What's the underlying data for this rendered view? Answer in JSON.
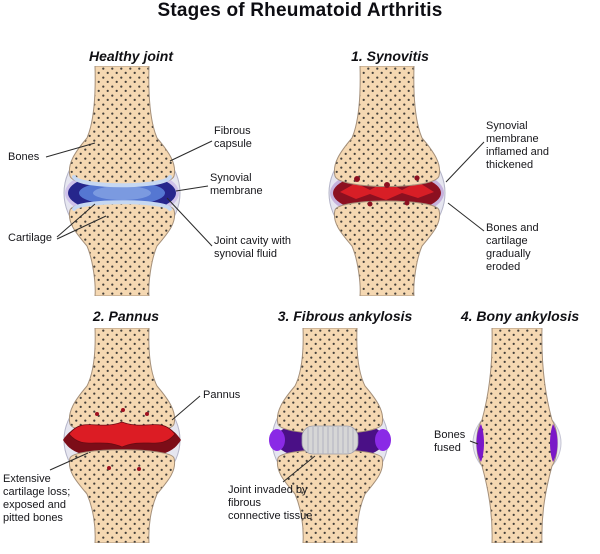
{
  "title": "Stages of Rheumatoid Arthritis",
  "panels": {
    "healthy": {
      "heading": "Healthy joint",
      "labels": {
        "bones": "Bones",
        "cartilage": "Cartilage",
        "fibrous_capsule": "Fibrous capsule",
        "synovial_membrane": "Synovial membrane",
        "joint_cavity": "Joint cavity with synovial fluid"
      }
    },
    "synovitis": {
      "heading": "1. Synovitis",
      "labels": {
        "inflamed": "Synovial membrane inflamed and thickened",
        "eroded": "Bones and cartilage gradually eroded"
      }
    },
    "pannus": {
      "heading": "2. Pannus",
      "labels": {
        "pannus": "Pannus",
        "cartilage_loss": "Extensive cartilage loss; exposed and pitted bones"
      }
    },
    "fibrous": {
      "heading": "3. Fibrous ankylosis",
      "labels": {
        "invaded": "Joint invaded by fibrous connective tissue"
      }
    },
    "bony": {
      "heading": "4. Bony ankylosis",
      "labels": {
        "fused": "Bones fused"
      }
    }
  },
  "colors": {
    "background": "#ffffff",
    "bone": "#f5d8b2",
    "bone_outline": "#a5907a",
    "bone_dots": "#44403a",
    "capsule": "#e6e6f0",
    "cartilage": "#c6d8f2",
    "synovial_membrane_blue": "#26268c",
    "synovial_fluid_blue": "#5577d2",
    "lavender_membrane": "#cfc2ea",
    "inflamed_dark_red": "#8c1020",
    "inflamed_bright_red": "#d81e26",
    "pannus_dark_red": "#7c0d18",
    "pannus_bright_red": "#dc1c24",
    "fibrous_gray": "#d6d6d6",
    "ankylosis_purple_dark": "#4a1086",
    "ankylosis_violet": "#8a2ae6",
    "fused_purple": "#7a18c8"
  }
}
